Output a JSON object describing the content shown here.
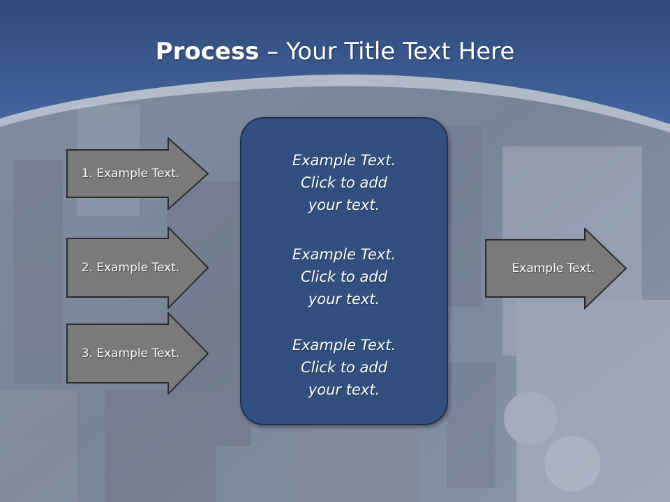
{
  "slide": {
    "title_bold": "Process",
    "title_rest": " – Your Title Text Here"
  },
  "steps": [
    {
      "label": "1. Example Text."
    },
    {
      "label": "2. Example Text."
    },
    {
      "label": "3. Example Text."
    }
  ],
  "panel": {
    "blocks": [
      {
        "lines": [
          "Example Text.",
          "Click  to add",
          "your text."
        ]
      },
      {
        "lines": [
          "Example Text.",
          "Click  to add",
          "your text."
        ]
      },
      {
        "lines": [
          "Example Text.",
          "Click  to add",
          "your text."
        ]
      }
    ]
  },
  "output": {
    "label": "Example Text."
  },
  "colors": {
    "header_blue": "#3a5a8f",
    "arrow_fill": "#7a7a7a",
    "panel_fill": "#32507f"
  }
}
